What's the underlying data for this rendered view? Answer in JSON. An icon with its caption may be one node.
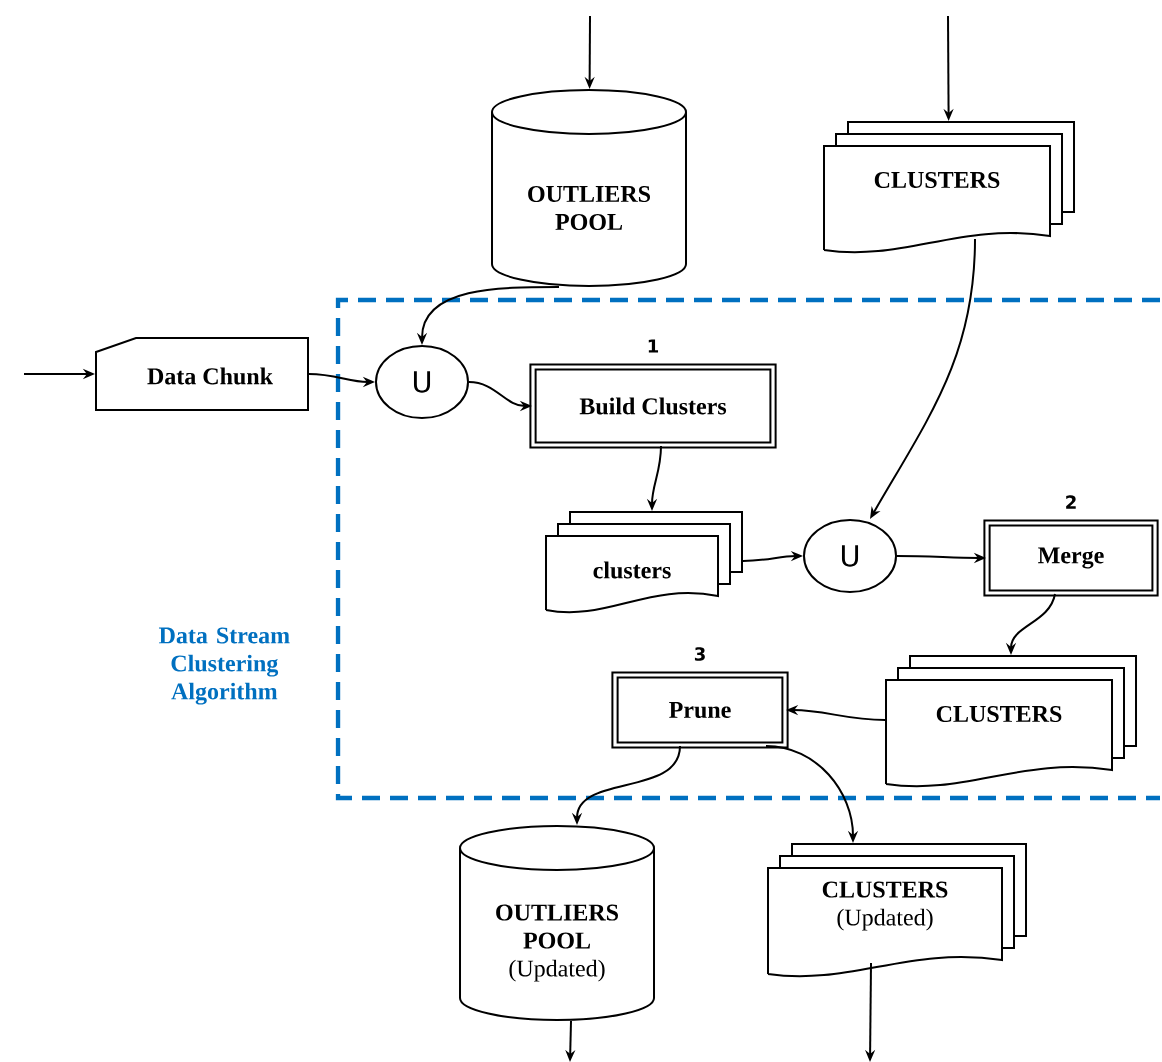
{
  "diagram": {
    "nodes": [
      {
        "text": [
          "Data Stream Clustering Algorithm"
        ]
      },
      {
        "text": [
          "OUTLIERS POOL"
        ]
      },
      {
        "text": [
          "CLUSTERS"
        ]
      },
      {
        "text": [
          "Data Chunk"
        ]
      },
      {
        "text": [
          "U"
        ],
        "in": 0
      },
      {
        "text": [
          "Build Clusters"
        ],
        "beside": [
          "1"
        ],
        "in": 0
      },
      {
        "text": [
          "clusters"
        ],
        "in": 0
      },
      {
        "text": [
          "U"
        ],
        "in": 0
      },
      {
        "text": [
          "Merge"
        ],
        "beside": [
          "2"
        ],
        "in": 0
      },
      {
        "text": [
          "CLUSTERS"
        ],
        "in": 0
      },
      {
        "text": [
          "Prune"
        ],
        "beside": [
          "3"
        ],
        "in": 0
      },
      {
        "text": [
          "OUTLIERS POOL",
          "(Updated)"
        ]
      },
      {
        "text": [
          "CLUSTERS",
          "(Updated)"
        ]
      }
    ],
    "edges": [
      {
        "from": null,
        "to": 1,
        "arrow": "to"
      },
      {
        "from": null,
        "to": 2,
        "arrow": "to"
      },
      {
        "from": null,
        "to": 3,
        "arrow": "to"
      },
      {
        "from": 1,
        "to": 4,
        "arrow": "to"
      },
      {
        "from": 3,
        "to": 4,
        "arrow": "to"
      },
      {
        "from": 4,
        "to": 5,
        "arrow": "to"
      },
      {
        "from": 5,
        "to": 6,
        "arrow": "to"
      },
      {
        "from": 2,
        "to": 7,
        "arrow": "to"
      },
      {
        "from": 6,
        "to": 7,
        "arrow": "to"
      },
      {
        "from": 7,
        "to": 8,
        "arrow": "to"
      },
      {
        "from": 8,
        "to": 9,
        "arrow": "to"
      },
      {
        "from": 9,
        "to": 10,
        "arrow": "to"
      },
      {
        "from": 10,
        "to": 11,
        "arrow": "to"
      },
      {
        "from": 10,
        "to": 12,
        "arrow": "to"
      },
      {
        "from": 11,
        "to": null,
        "arrow": "to"
      },
      {
        "from": 12,
        "to": null,
        "arrow": "to"
      }
    ]
  }
}
